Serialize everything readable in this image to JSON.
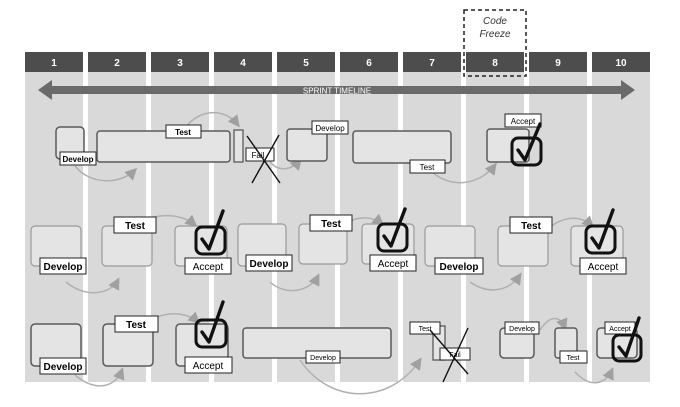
{
  "sprints": [
    "1",
    "2",
    "3",
    "4",
    "5",
    "6",
    "7",
    "8",
    "9",
    "10"
  ],
  "code_freeze": {
    "line1": "Code",
    "line2": "Freeze"
  },
  "timeline_label": "SPRINT TIMELINE",
  "labels": {
    "develop": "Develop",
    "test": "Test",
    "accept": "Accept",
    "fail": "Fail"
  },
  "colors": {
    "header": "#4d4d4d",
    "column": "#d9d9d9",
    "box_fill": "#e4e4e4",
    "box_stroke": "#5a5a5a",
    "arrow": "#6a6a6a"
  }
}
